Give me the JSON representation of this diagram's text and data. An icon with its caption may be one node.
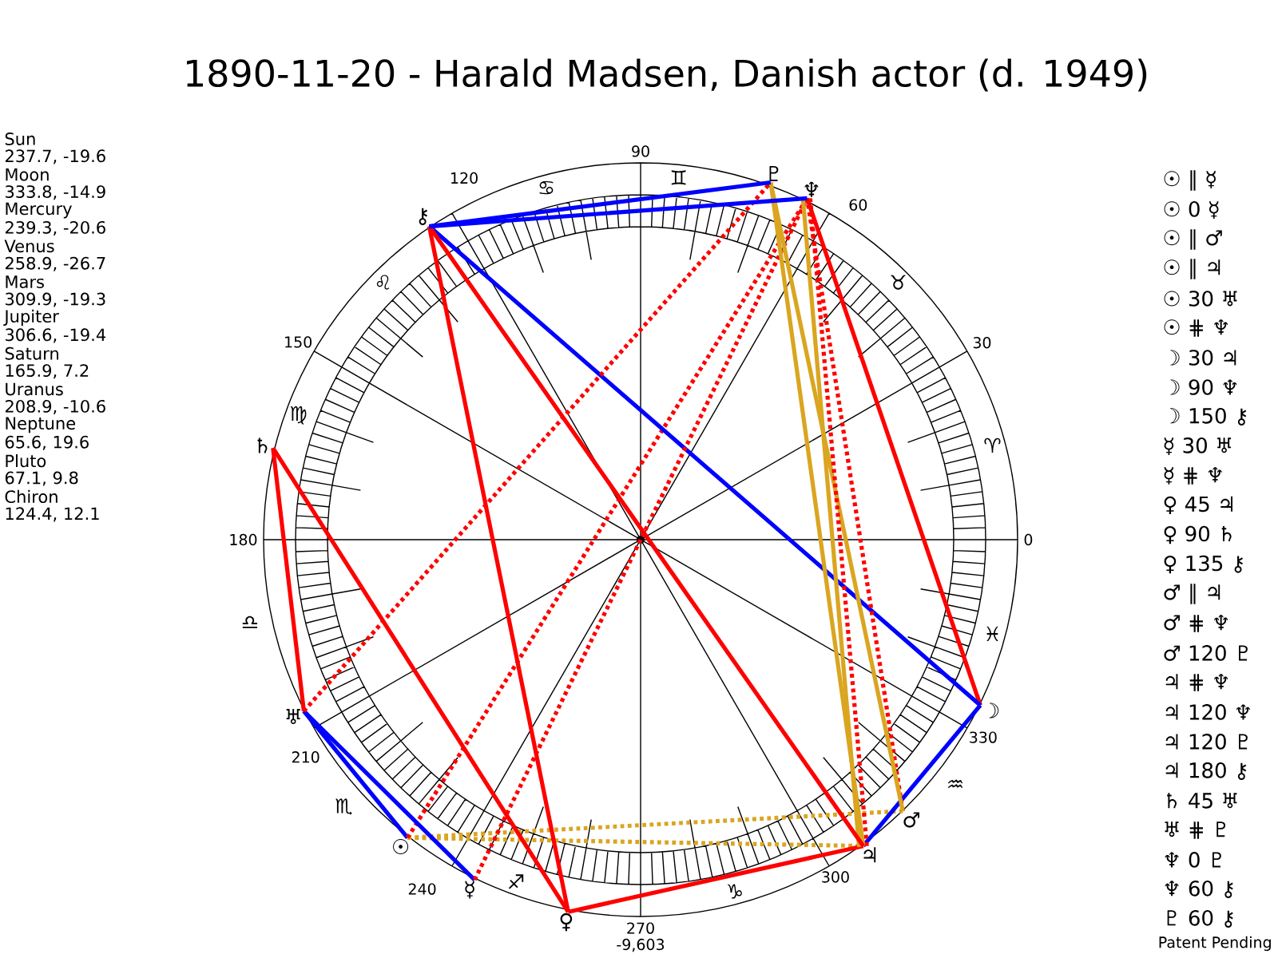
{
  "diagram": {
    "title": "1890-11-20 - Harald Madsen, Danish actor (d. 1949)",
    "nodes": [
      {
        "text": [
          "☉"
        ]
      },
      {
        "text": [
          "☽"
        ]
      },
      {
        "text": [
          "☿"
        ]
      },
      {
        "text": [
          "♀"
        ]
      },
      {
        "text": [
          "♂"
        ]
      },
      {
        "text": [
          "♃"
        ]
      },
      {
        "text": [
          "♄"
        ]
      },
      {
        "text": [
          "♅"
        ]
      },
      {
        "text": [
          "♆"
        ]
      },
      {
        "text": [
          "♇"
        ]
      },
      {
        "text": [
          "⚷"
        ]
      }
    ],
    "edges": [
      {
        "from": 0,
        "to": 4,
        "arrow": "none",
        "style": "dashed",
        "color": "#daa520"
      },
      {
        "from": 0,
        "to": 5,
        "arrow": "none",
        "style": "dashed",
        "color": "#daa520"
      },
      {
        "from": 0,
        "to": 7,
        "arrow": "none",
        "color": "#0000ff"
      },
      {
        "from": 0,
        "to": 8,
        "arrow": "none",
        "style": "dashed"
      },
      {
        "from": 1,
        "to": 5,
        "arrow": "none",
        "color": "#0000ff"
      },
      {
        "from": 1,
        "to": 8,
        "arrow": "none"
      },
      {
        "from": 1,
        "to": 10,
        "arrow": "none",
        "color": "#0000ff"
      },
      {
        "from": 2,
        "to": 7,
        "arrow": "none",
        "color": "#0000ff"
      },
      {
        "from": 2,
        "to": 8,
        "arrow": "none",
        "style": "dashed"
      },
      {
        "from": 3,
        "to": 5,
        "arrow": "none"
      },
      {
        "from": 3,
        "to": 6,
        "arrow": "none"
      },
      {
        "from": 3,
        "to": 10,
        "arrow": "none"
      },
      {
        "from": 4,
        "to": 8,
        "arrow": "none",
        "style": "dashed"
      },
      {
        "from": 4,
        "to": 9,
        "arrow": "none",
        "color": "#daa520"
      },
      {
        "from": 5,
        "to": 8,
        "arrow": "none",
        "style": "dashed"
      },
      {
        "from": 5,
        "to": 8,
        "arrow": "none",
        "color": "#daa520"
      },
      {
        "from": 5,
        "to": 9,
        "arrow": "none",
        "color": "#daa520"
      },
      {
        "from": 5,
        "to": 10,
        "arrow": "none"
      },
      {
        "from": 6,
        "to": 7,
        "arrow": "none"
      },
      {
        "from": 7,
        "to": 9,
        "arrow": "none",
        "style": "dashed"
      },
      {
        "from": 8,
        "to": 10,
        "arrow": "none",
        "color": "#0000ff"
      },
      {
        "from": 9,
        "to": 10,
        "arrow": "none",
        "color": "#0000ff"
      }
    ],
    "labels": [
      "Sun",
      "237.7, -19.6",
      "Moon",
      "333.8, -14.9",
      "Mercury",
      "239.3, -20.6",
      "Venus",
      "258.9, -26.7",
      "Mars",
      "309.9, -19.3",
      "Jupiter",
      "306.6, -19.4",
      "Saturn",
      "165.9, 7.2",
      "Uranus",
      "208.9, -10.6",
      "Neptune",
      "65.6, 19.6",
      "Pluto",
      "67.1, 9.8",
      "Chiron",
      "124.4, 12.1",
      "0",
      "30",
      "60",
      "90",
      "120",
      "150",
      "180",
      "210",
      "240",
      "270",
      "300",
      "330",
      "♈",
      "♉",
      "♊",
      "♋",
      "♌",
      "♍",
      "♎",
      "♏",
      "♐",
      "♑",
      "♒",
      "♓",
      "☉ ∥ ☿",
      "☉ 0 ☿",
      "☉ ∥ ♂",
      "☉ ∥ ♃",
      "☉ 30 ♅",
      "☉ ⋕ ♆",
      "☽ 30 ♃",
      "☽ 90 ♆",
      "☽ 150 ⚷",
      "☿ 30 ♅",
      "☿ ⋕ ♆",
      "♀ 45 ♃",
      "♀ 90 ♄",
      "♀ 135 ⚷",
      "♂ ∥ ♃",
      "♂ ⋕ ♆",
      "♂ 120 ♇",
      "♃ ⋕ ♆",
      "♃ 120 ♆",
      "♃ 120 ♇",
      "♃ 180 ⚷",
      "♄ 45 ♅",
      "♅ ⋕ ♇",
      "♆ 0 ♇",
      "♆ 60 ⚷",
      "♇ 60 ⚷",
      "-9,603",
      "Patent Pending"
    ]
  }
}
